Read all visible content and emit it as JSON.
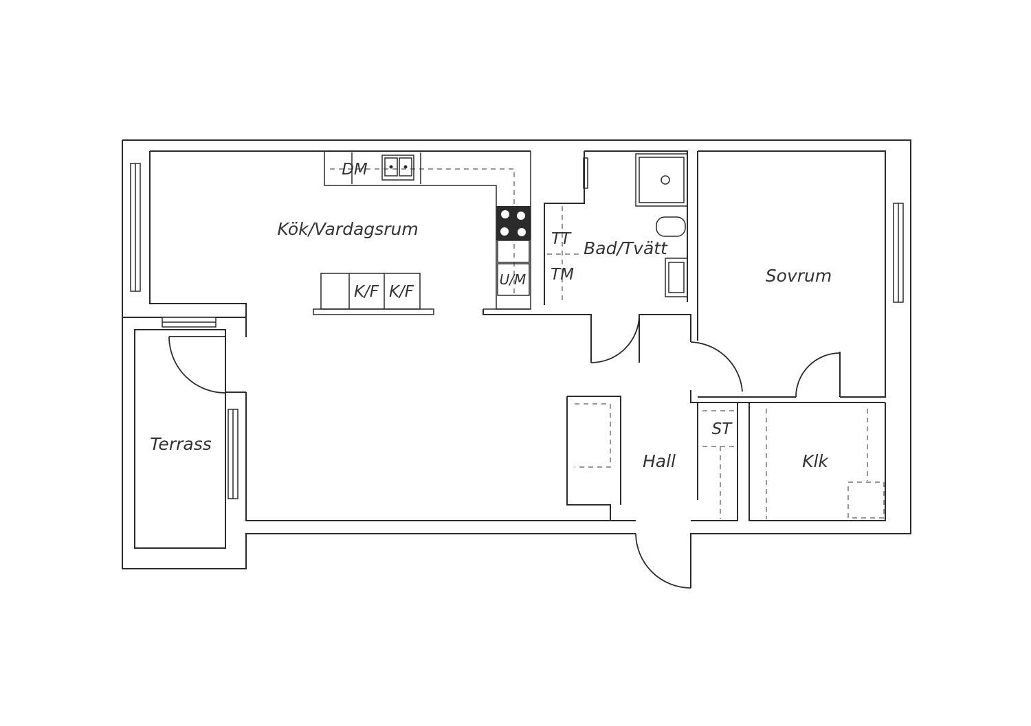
{
  "colors": {
    "line": "#2b2b2b",
    "dash": "#777777",
    "text": "#333333",
    "hob": "#2b2b2b"
  },
  "rooms": {
    "kitchen_living": "Kök/Vardagsrum",
    "bath_laundry": "Bad/Tvätt",
    "bedroom": "Sovrum",
    "terrace": "Terrass",
    "hall": "Hall",
    "walk_in_closet": "Klk"
  },
  "fixtures": {
    "dishwasher": "DM",
    "fridge_freezer_1": "K/F",
    "fridge_freezer_2": "K/F",
    "microwave": "U/M",
    "dryer": "TT",
    "washer": "TM",
    "storage": "ST"
  }
}
